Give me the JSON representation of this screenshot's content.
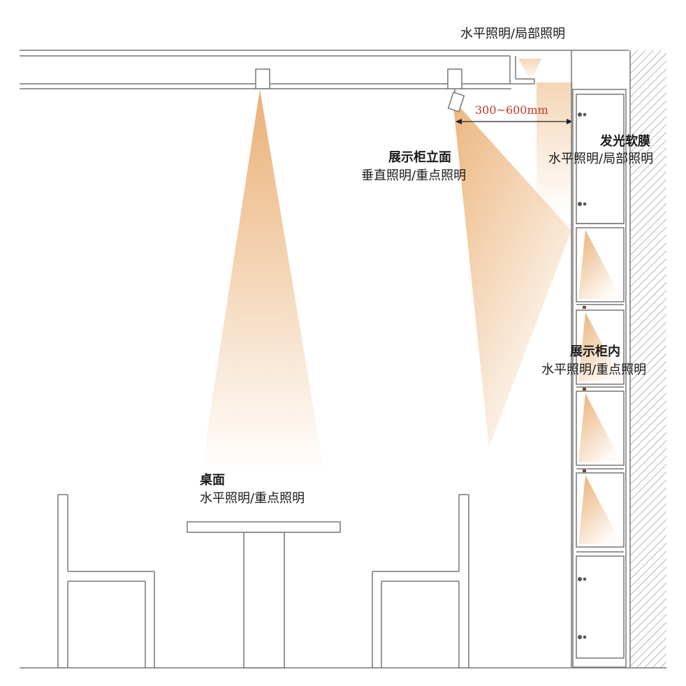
{
  "labels": {
    "top_ceiling": "水平照明/局部照明",
    "dimension": "300~600mm",
    "soft_film_title": "发光软膜",
    "soft_film_sub": "水平照明/局部照明",
    "cabinet_face_title": "展示柜立面",
    "cabinet_face_sub": "垂直照明/重点照明",
    "cabinet_inside_title": "展示柜内",
    "cabinet_inside_sub": "水平照明/重点照明",
    "table_title": "桌面",
    "table_sub": "水平照明/重点照明"
  },
  "colors": {
    "light": "#e7a35e",
    "line": "#777777",
    "dimension": "#c0392b"
  }
}
